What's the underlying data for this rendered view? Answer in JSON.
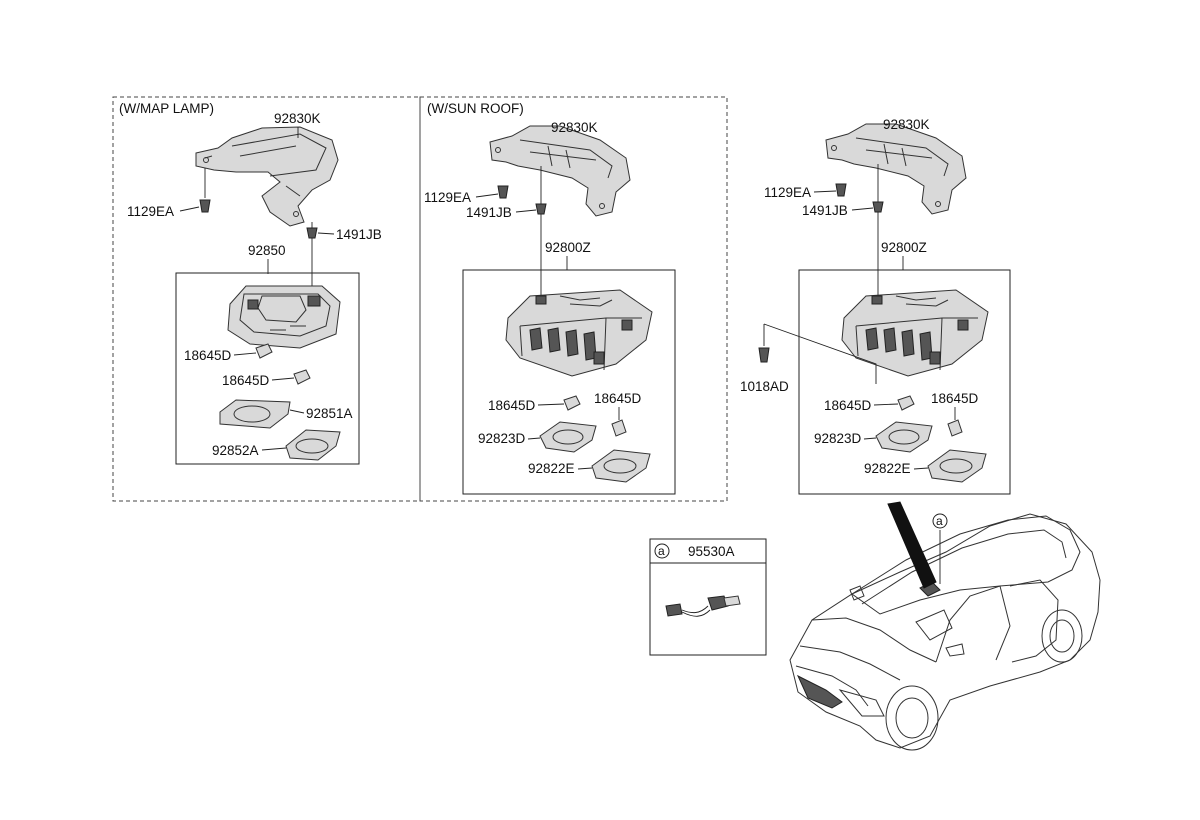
{
  "groups": {
    "map_lamp": "(W/MAP LAMP)",
    "sun_roof": "(W/SUN ROOF)"
  },
  "labels": {
    "bracket_1": "92830K",
    "bracket_2": "92830K",
    "bracket_3": "92830K",
    "screw_1": "1129EA",
    "screw_2": "1129EA",
    "screw_3": "1129EA",
    "clip_1": "1491JB",
    "clip_2": "1491JB",
    "clip_3": "1491JB",
    "lamp_assy_1": "92850",
    "lamp_assy_2": "92800Z",
    "lamp_assy_3": "92800Z",
    "bulb_1a": "18645D",
    "bulb_1b": "18645D",
    "bulb_2a": "18645D",
    "bulb_2b": "18645D",
    "bulb_3a": "18645D",
    "bulb_3b": "18645D",
    "lens_1a": "92851A",
    "lens_1b": "92852A",
    "lens_2a": "92823D",
    "lens_2b": "92822E",
    "lens_3a": "92823D",
    "lens_3b": "92822E",
    "bolt_3": "1018AD",
    "harness": "95530A",
    "ref_a": "a"
  }
}
